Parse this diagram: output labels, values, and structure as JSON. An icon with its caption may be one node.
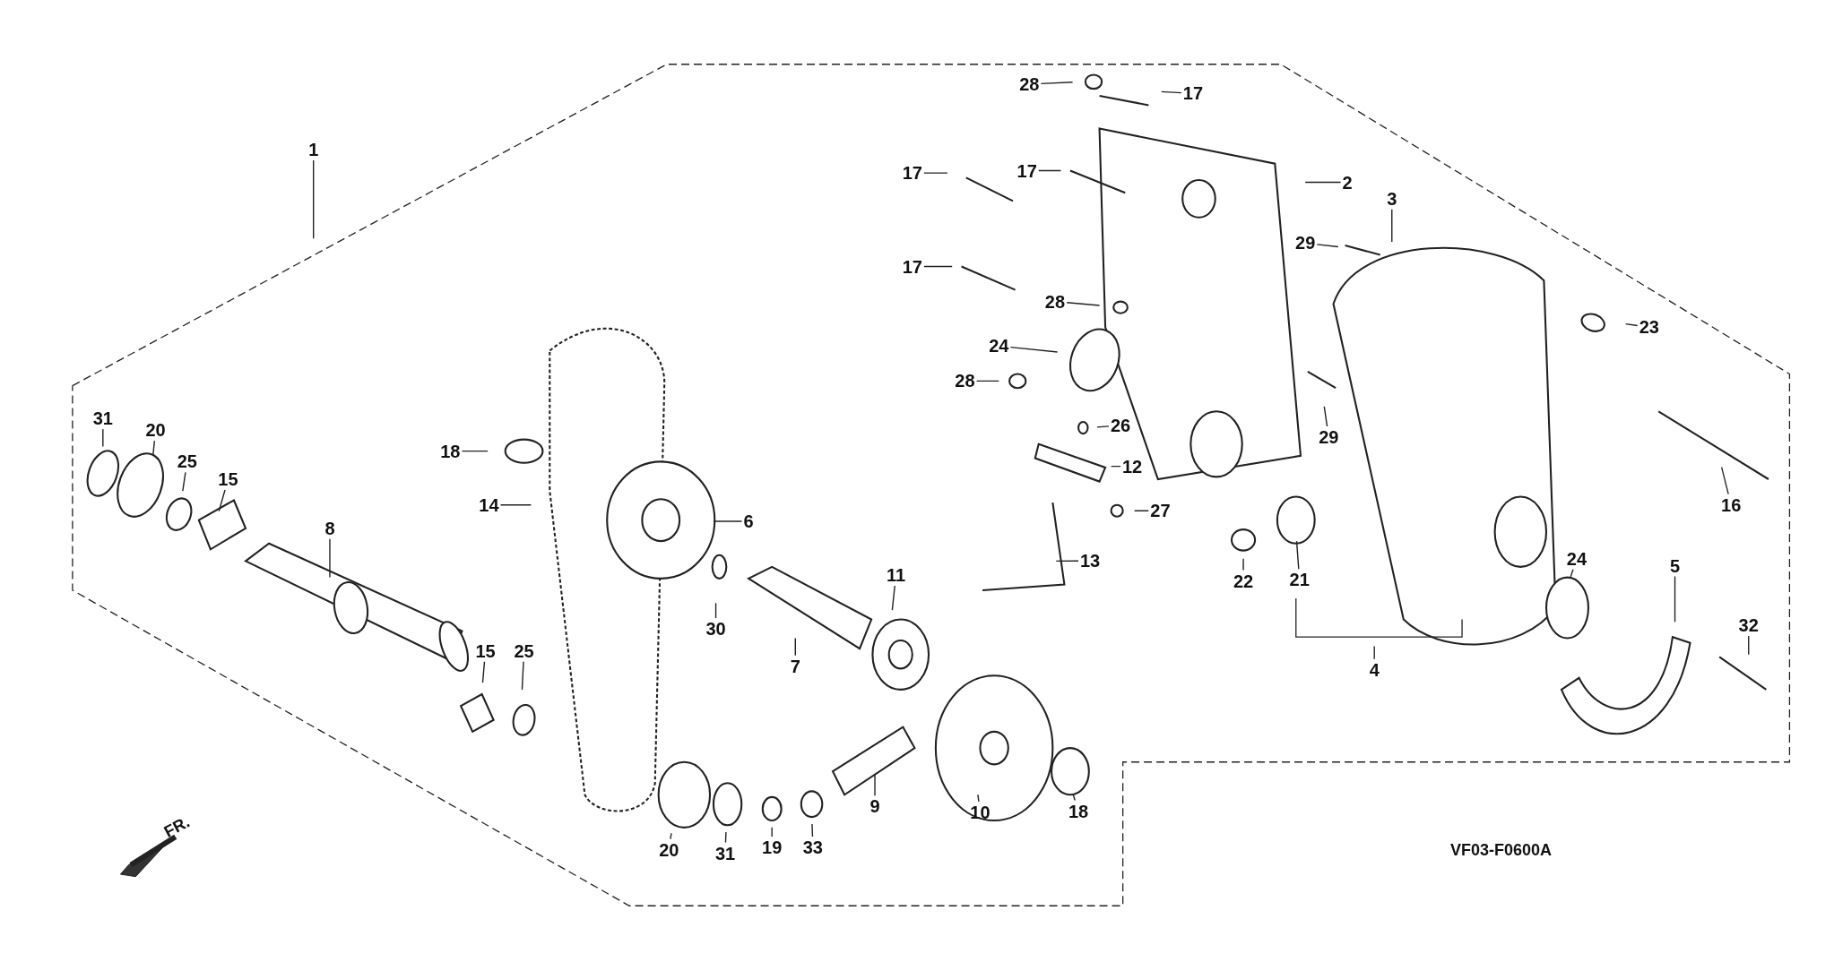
{
  "diagram": {
    "nodes": [
      {
        "text": [
          "28"
        ]
      },
      {
        "text": [
          "17"
        ]
      },
      {
        "text": [
          "1"
        ]
      },
      {
        "text": [
          "17"
        ]
      },
      {
        "text": [
          "17"
        ]
      },
      {
        "text": [
          "2"
        ]
      },
      {
        "text": [
          "3"
        ]
      },
      {
        "text": [
          "29"
        ]
      },
      {
        "text": [
          "17"
        ]
      },
      {
        "text": [
          "28"
        ]
      },
      {
        "text": [
          "23"
        ]
      },
      {
        "text": [
          "24"
        ]
      },
      {
        "text": [
          "28"
        ]
      },
      {
        "text": [
          "31"
        ]
      },
      {
        "text": [
          "26"
        ]
      },
      {
        "text": [
          "20"
        ]
      },
      {
        "text": [
          "29"
        ]
      },
      {
        "text": [
          "18"
        ]
      },
      {
        "text": [
          "25"
        ]
      },
      {
        "text": [
          "12"
        ]
      },
      {
        "text": [
          "15"
        ]
      },
      {
        "text": [
          "16"
        ]
      },
      {
        "text": [
          "14"
        ]
      },
      {
        "text": [
          "27"
        ]
      },
      {
        "text": [
          "6"
        ]
      },
      {
        "text": [
          "8"
        ]
      },
      {
        "text": [
          "13"
        ]
      },
      {
        "text": [
          "24"
        ]
      },
      {
        "text": [
          "5"
        ]
      },
      {
        "text": [
          "11"
        ]
      },
      {
        "text": [
          "22"
        ]
      },
      {
        "text": [
          "21"
        ]
      },
      {
        "text": [
          "32"
        ]
      },
      {
        "text": [
          "30"
        ]
      },
      {
        "text": [
          "15"
        ]
      },
      {
        "text": [
          "25"
        ]
      },
      {
        "text": [
          "7"
        ]
      },
      {
        "text": [
          "4"
        ]
      },
      {
        "text": [
          "9"
        ]
      },
      {
        "text": [
          "10"
        ]
      },
      {
        "text": [
          "18"
        ]
      },
      {
        "text": [
          "19"
        ]
      },
      {
        "text": [
          "20"
        ]
      },
      {
        "text": [
          "33"
        ]
      },
      {
        "text": [
          "31"
        ]
      }
    ],
    "edges": [
      {
        "from": 0,
        "to": null,
        "arrow": "none"
      },
      {
        "from": 1,
        "to": null,
        "arrow": "none"
      },
      {
        "from": 2,
        "to": null,
        "arrow": "none"
      },
      {
        "from": 3,
        "to": null,
        "arrow": "none"
      },
      {
        "from": 4,
        "to": null,
        "arrow": "none"
      },
      {
        "from": 5,
        "to": null,
        "arrow": "none"
      },
      {
        "from": 6,
        "to": null,
        "arrow": "none"
      },
      {
        "from": 7,
        "to": null,
        "arrow": "none"
      },
      {
        "from": 8,
        "to": null,
        "arrow": "none"
      },
      {
        "from": 9,
        "to": null,
        "arrow": "none"
      },
      {
        "from": 10,
        "to": null,
        "arrow": "none"
      },
      {
        "from": 11,
        "to": null,
        "arrow": "none"
      },
      {
        "from": 12,
        "to": null,
        "arrow": "none"
      },
      {
        "from": 13,
        "to": null,
        "arrow": "none"
      },
      {
        "from": 14,
        "to": null,
        "arrow": "none"
      },
      {
        "from": 15,
        "to": null,
        "arrow": "none"
      },
      {
        "from": 16,
        "to": null,
        "arrow": "none"
      },
      {
        "from": 17,
        "to": null,
        "arrow": "none"
      },
      {
        "from": 18,
        "to": null,
        "arrow": "none"
      },
      {
        "from": 19,
        "to": null,
        "arrow": "none"
      },
      {
        "from": 20,
        "to": null,
        "arrow": "none"
      },
      {
        "from": 21,
        "to": null,
        "arrow": "none"
      },
      {
        "from": 22,
        "to": null,
        "arrow": "none"
      },
      {
        "from": 23,
        "to": null,
        "arrow": "none"
      },
      {
        "from": 24,
        "to": null,
        "arrow": "none"
      },
      {
        "from": 25,
        "to": null,
        "arrow": "none"
      },
      {
        "from": 26,
        "to": null,
        "arrow": "none"
      },
      {
        "from": 27,
        "to": null,
        "arrow": "none"
      },
      {
        "from": 28,
        "to": null,
        "arrow": "none"
      },
      {
        "from": 29,
        "to": null,
        "arrow": "none"
      },
      {
        "from": 30,
        "to": null,
        "arrow": "none"
      },
      {
        "from": 31,
        "to": null,
        "arrow": "none"
      },
      {
        "from": 32,
        "to": null,
        "arrow": "none"
      },
      {
        "from": 33,
        "to": null,
        "arrow": "none"
      },
      {
        "from": 34,
        "to": null,
        "arrow": "none"
      },
      {
        "from": 35,
        "to": null,
        "arrow": "none"
      },
      {
        "from": 36,
        "to": null,
        "arrow": "none"
      },
      {
        "from": 37,
        "to": null,
        "arrow": "none"
      },
      {
        "from": 38,
        "to": null,
        "arrow": "none"
      },
      {
        "from": 39,
        "to": null,
        "arrow": "none"
      },
      {
        "from": 40,
        "to": null,
        "arrow": "none"
      },
      {
        "from": 41,
        "to": null,
        "arrow": "none"
      },
      {
        "from": 42,
        "to": null,
        "arrow": "none"
      },
      {
        "from": 43,
        "to": null,
        "arrow": "none"
      },
      {
        "from": 44,
        "to": null,
        "arrow": "none"
      }
    ],
    "labels": [
      "FR.",
      "VF03-F0600A"
    ]
  }
}
